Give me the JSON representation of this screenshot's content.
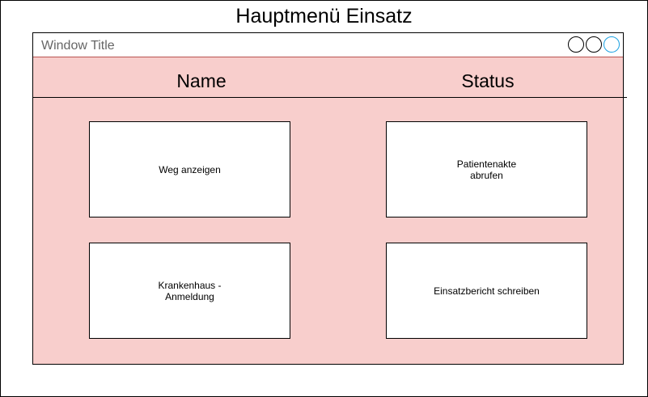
{
  "page": {
    "title": "Hauptmenü Einsatz"
  },
  "window": {
    "title": "Window Title",
    "controls": [
      "circle-icon",
      "circle-icon",
      "circle-icon"
    ]
  },
  "columns": {
    "name": "Name",
    "status": "Status"
  },
  "tiles": [
    {
      "label": "Weg anzeigen"
    },
    {
      "label": "Patientenakte\nabrufen"
    },
    {
      "label": "Krankenhaus -\nAnmeldung"
    },
    {
      "label": "Einsatzbericht schreiben"
    }
  ],
  "colors": {
    "window_background": "#f8cecc",
    "window_border": "#b85450",
    "accent": "#1ba1e2"
  }
}
